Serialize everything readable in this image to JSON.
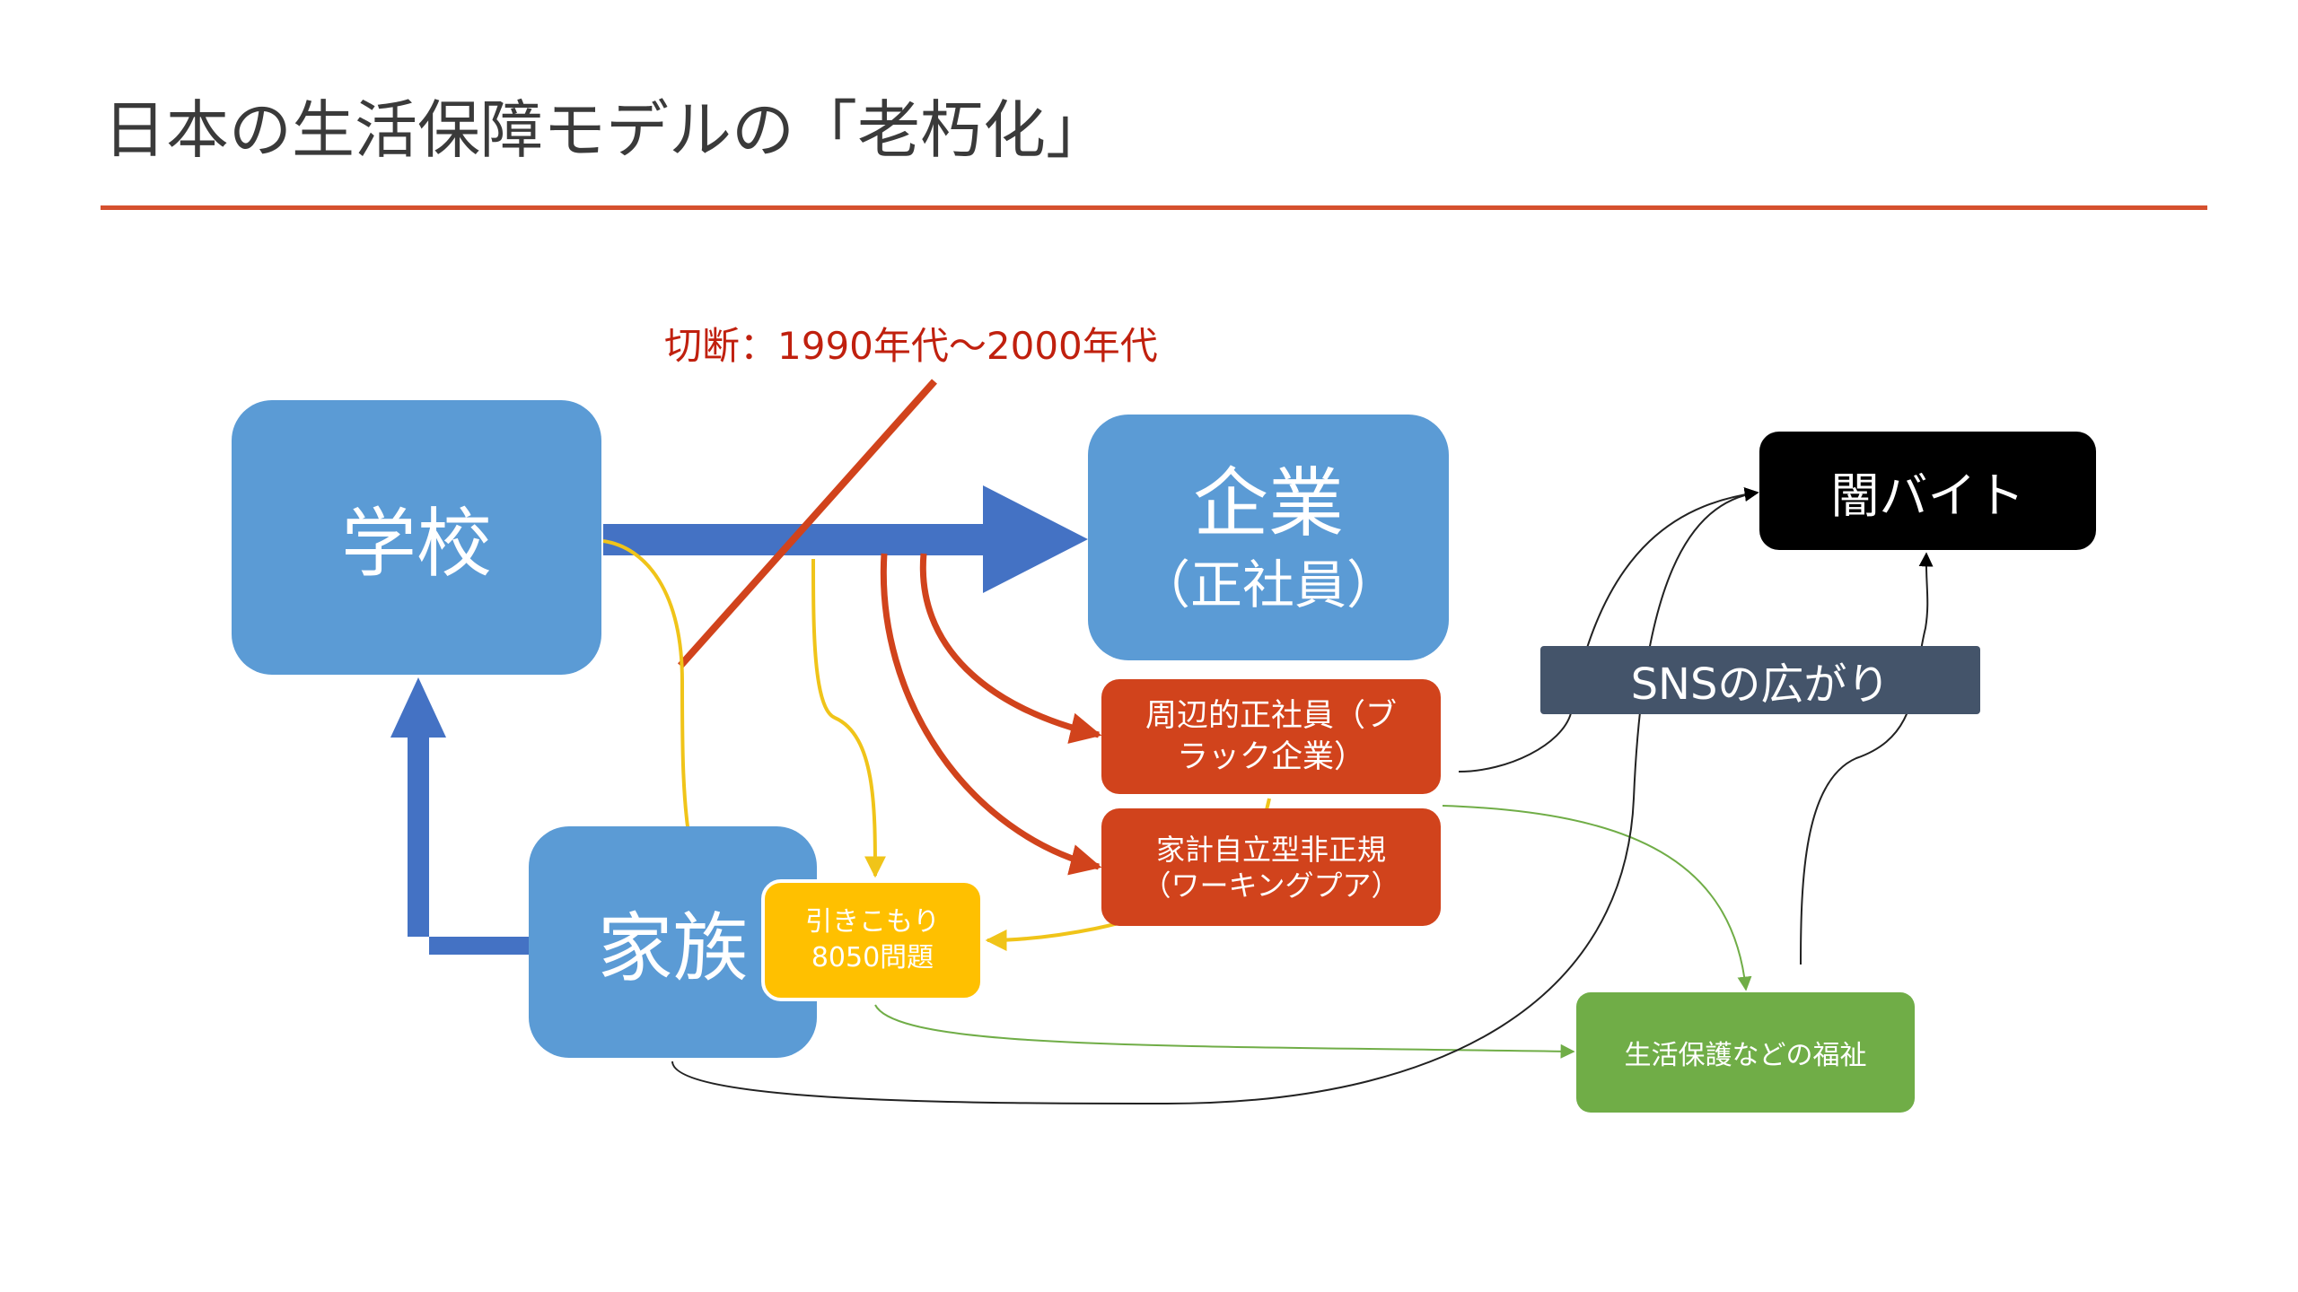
{
  "slide": {
    "title": "日本の生活保障モデルの「老朽化」"
  },
  "diagram": {
    "cut_label": "切断：1990年代〜2000年代",
    "nodes": {
      "school": "学校",
      "company_main": "企業",
      "company_sub": "（正社員）",
      "family": "家族",
      "peripheral_line1": "周辺的正社員（ブ",
      "peripheral_line2": "ラック企業）",
      "household_line1": "家計自立型非正規",
      "household_line2": "（ワーキングプア）",
      "hikikomori_line1": "引きこもり",
      "hikikomori_line2": "8050問題",
      "yami_baito": "闇バイト",
      "sns": "SNSの広がり",
      "welfare": "生活保護などの福祉"
    },
    "colors": {
      "accent_rule": "#d5502e",
      "big_arrow": "#4472c4",
      "box_blue": "#5b9bd5",
      "box_red": "#d1431c",
      "box_yellow": "#ffc000",
      "box_black": "#000000",
      "box_slate": "#44546a",
      "box_green": "#70ad47",
      "cut_line": "#d1431c",
      "cut_text": "#c0200e",
      "yellow_arrow": "#f0c419",
      "green_arrow": "#70ad47",
      "black_arrow": "#000000"
    }
  }
}
